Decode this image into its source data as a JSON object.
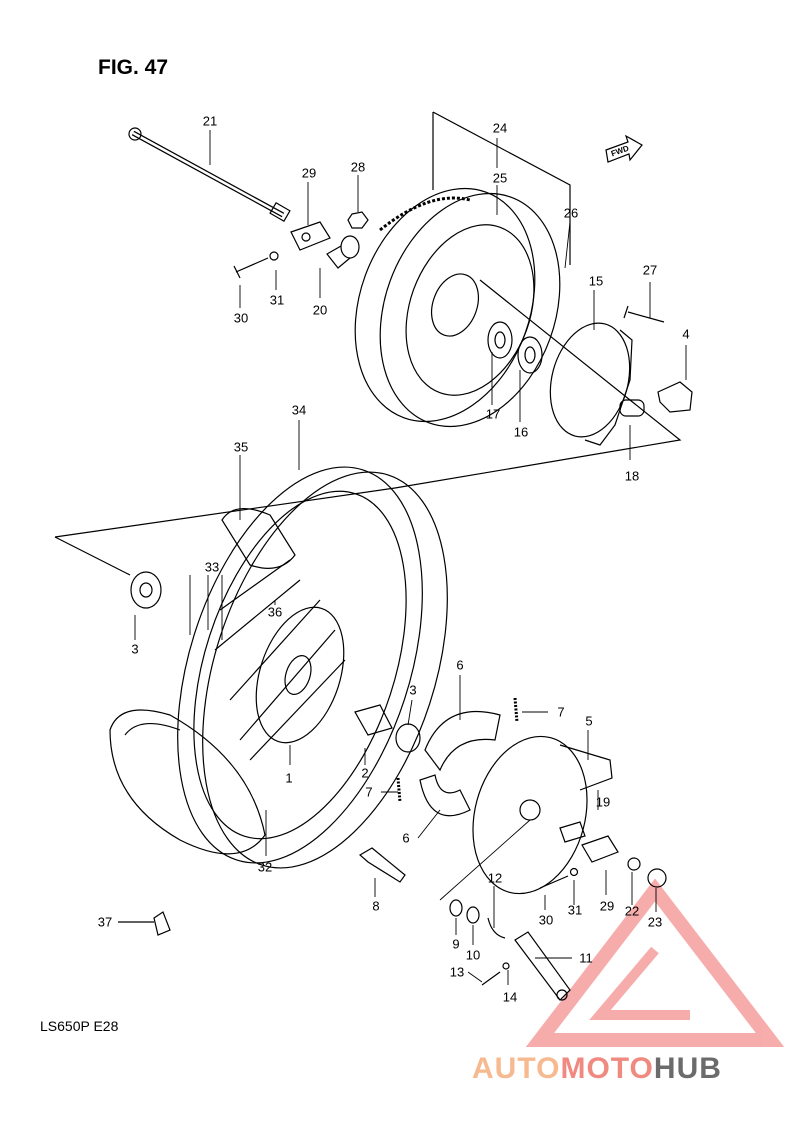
{
  "figure": {
    "title": "FIG. 47",
    "model": "LS650P  E28",
    "direction_label": "FWD"
  },
  "callouts": [
    {
      "id": "c21",
      "text": "21"
    },
    {
      "id": "c24",
      "text": "24"
    },
    {
      "id": "c25",
      "text": "25"
    },
    {
      "id": "c26",
      "text": "26"
    },
    {
      "id": "c28",
      "text": "28"
    },
    {
      "id": "c29a",
      "text": "29"
    },
    {
      "id": "c30a",
      "text": "30"
    },
    {
      "id": "c31a",
      "text": "31"
    },
    {
      "id": "c20",
      "text": "20"
    },
    {
      "id": "c15",
      "text": "15"
    },
    {
      "id": "c27",
      "text": "27"
    },
    {
      "id": "c4",
      "text": "4"
    },
    {
      "id": "c17",
      "text": "17"
    },
    {
      "id": "c16",
      "text": "16"
    },
    {
      "id": "c18",
      "text": "18"
    },
    {
      "id": "c34",
      "text": "34"
    },
    {
      "id": "c35",
      "text": "35"
    },
    {
      "id": "c33",
      "text": "33"
    },
    {
      "id": "c36",
      "text": "36"
    },
    {
      "id": "c3a",
      "text": "3"
    },
    {
      "id": "c3b",
      "text": "3"
    },
    {
      "id": "c6a",
      "text": "6"
    },
    {
      "id": "c7a",
      "text": "7"
    },
    {
      "id": "c5",
      "text": "5"
    },
    {
      "id": "c2",
      "text": "2"
    },
    {
      "id": "c1",
      "text": "1"
    },
    {
      "id": "c7b",
      "text": "7"
    },
    {
      "id": "c19",
      "text": "19"
    },
    {
      "id": "c6b",
      "text": "6"
    },
    {
      "id": "c32",
      "text": "32"
    },
    {
      "id": "c8",
      "text": "8"
    },
    {
      "id": "c12",
      "text": "12"
    },
    {
      "id": "c30b",
      "text": "30"
    },
    {
      "id": "c31b",
      "text": "31"
    },
    {
      "id": "c29b",
      "text": "29"
    },
    {
      "id": "c22",
      "text": "22"
    },
    {
      "id": "c23",
      "text": "23"
    },
    {
      "id": "c37",
      "text": "37"
    },
    {
      "id": "c9",
      "text": "9"
    },
    {
      "id": "c10",
      "text": "10"
    },
    {
      "id": "c11",
      "text": "11"
    },
    {
      "id": "c13",
      "text": "13"
    },
    {
      "id": "c14",
      "text": "14"
    }
  ],
  "watermark": {
    "part1": "AUTO",
    "part2": "MOTO",
    "part3": "HUB"
  },
  "colors": {
    "line": "#000000",
    "wm_triangle": "#f26a6a",
    "wm_auto": "#f7b98f",
    "wm_moto": "#f08a80",
    "wm_hub": "#6b6b6b"
  }
}
